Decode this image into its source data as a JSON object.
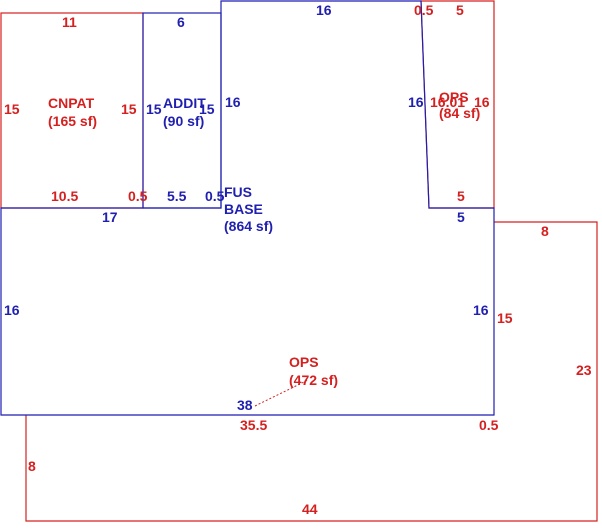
{
  "colors": {
    "red": "#d52020",
    "blue": "#1f1fb0"
  },
  "areas": {
    "cnpat": {
      "name": "CNPAT",
      "area": "(165 sf)"
    },
    "addit": {
      "name": "ADDIT",
      "area": "(90 sf)"
    },
    "fus_base": {
      "name_line1": "FUS",
      "name_line2": "BASE",
      "area": "(864 sf)"
    },
    "ops_small": {
      "name": "OPS",
      "area": "(84 sf)"
    },
    "ops_large": {
      "name": "OPS",
      "area": "(472 sf)"
    }
  },
  "dims": {
    "cnpat_top": "11",
    "cnpat_left": "15",
    "cnpat_right": "15",
    "cnpat_bottom": "10.5",
    "cnpat_bottom_jog": "0.5",
    "addit_top": "6",
    "addit_left": "15",
    "addit_right": "15",
    "addit_bottom": "5.5",
    "addit_bottom_jog": "0.5",
    "fus_top": "16",
    "fus_upper_left": "16",
    "fus_lower_left": "16",
    "fus_notch_left": "16",
    "fus_bottom_left_seg": "17",
    "fus_right_jog": "5",
    "fus_right": "16",
    "fus_bottom": "38",
    "ops_small_top_jog": "0.5",
    "ops_small_top": "5",
    "ops_small_left": "16.01",
    "ops_small_right": "16",
    "ops_small_bottom": "5",
    "ops_large_top": "8",
    "ops_large_left_upper": "15",
    "ops_large_right": "23",
    "ops_large_top_inner": "35.5",
    "ops_large_inner_jog": "0.5",
    "ops_large_left": "8",
    "ops_large_bottom": "44"
  }
}
